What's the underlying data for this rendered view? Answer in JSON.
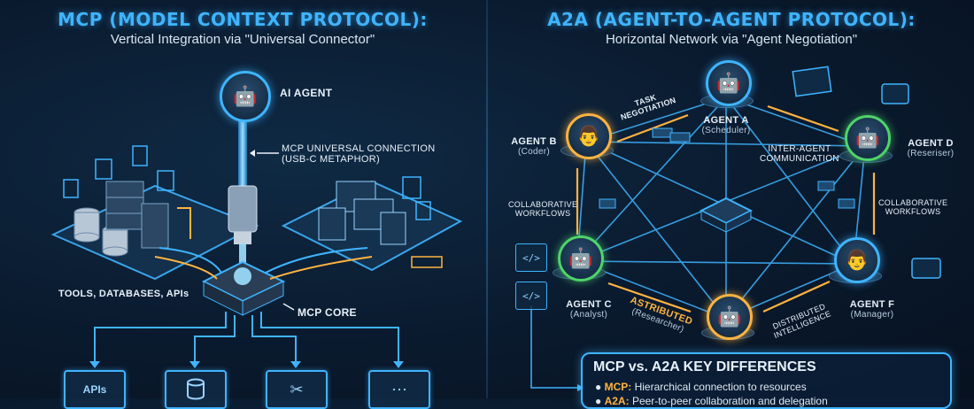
{
  "left": {
    "title": "MCP (MODEL CONTEXT PROTOCOL):",
    "subtitle": "Vertical Integration via \"Universal Connector\"",
    "ai_agent_label": "AI AGENT",
    "connection_label_1": "MCP UNIVERSAL CONNECTION",
    "connection_label_2": "(USB-C METAPHOR)",
    "tools_label": "TOOLS, DATABASES, APIs",
    "core_label": "MCP CORE",
    "bottom_icons": [
      {
        "name": "apis-icon",
        "label": "APIs"
      },
      {
        "name": "database-icon",
        "label": ""
      },
      {
        "name": "tools-icon",
        "label": ""
      },
      {
        "name": "chat-icon",
        "label": ""
      }
    ]
  },
  "right": {
    "title": "A2A (AGENT-TO-AGENT PROTOCOL):",
    "subtitle": "Horizontal Network via \"Agent Negotiation\"",
    "agents": [
      {
        "id": "a",
        "name": "AGENT A",
        "role": "(Scheduler)"
      },
      {
        "id": "b",
        "name": "AGENT B",
        "role": "(Coder)"
      },
      {
        "id": "c",
        "name": "AGENT C",
        "role": "(Analyst)"
      },
      {
        "id": "d",
        "name": "AGENT D",
        "role": "(Reseriser)"
      },
      {
        "id": "f",
        "name": "AGENT F",
        "role": "(Manager)"
      },
      {
        "id": "e",
        "name": "ASTRIBUTED",
        "role": "(Researcher)"
      }
    ],
    "task_negotiation_1": "TASK",
    "task_negotiation_2": "NEGOTIATION",
    "inter_agent_1": "INTER-AGENT",
    "inter_agent_2": "COMMUNICATION",
    "collab_left_1": "COLLABORATIVE",
    "collab_left_2": "WORKFLOWS",
    "collab_right_1": "COLLABORATIVE",
    "collab_right_2": "WORKFLOWS",
    "distributed_1": "DISTRIBUTED",
    "distributed_2": "INTELLIGENCE",
    "code_icon_1": "</>",
    "code_icon_2": "</>",
    "differences": {
      "title": "MCP vs. A2A KEY DIFFERENCES",
      "item1_key": "MCP:",
      "item1_text": " Hierarchical connection to resources",
      "item2_key": "A2A:",
      "item2_text": " Peer-to-peer collaboration and delegation"
    }
  },
  "colors": {
    "accent_blue": "#3fb4ff",
    "accent_orange": "#ffb340",
    "background": "#0a1a2e"
  }
}
